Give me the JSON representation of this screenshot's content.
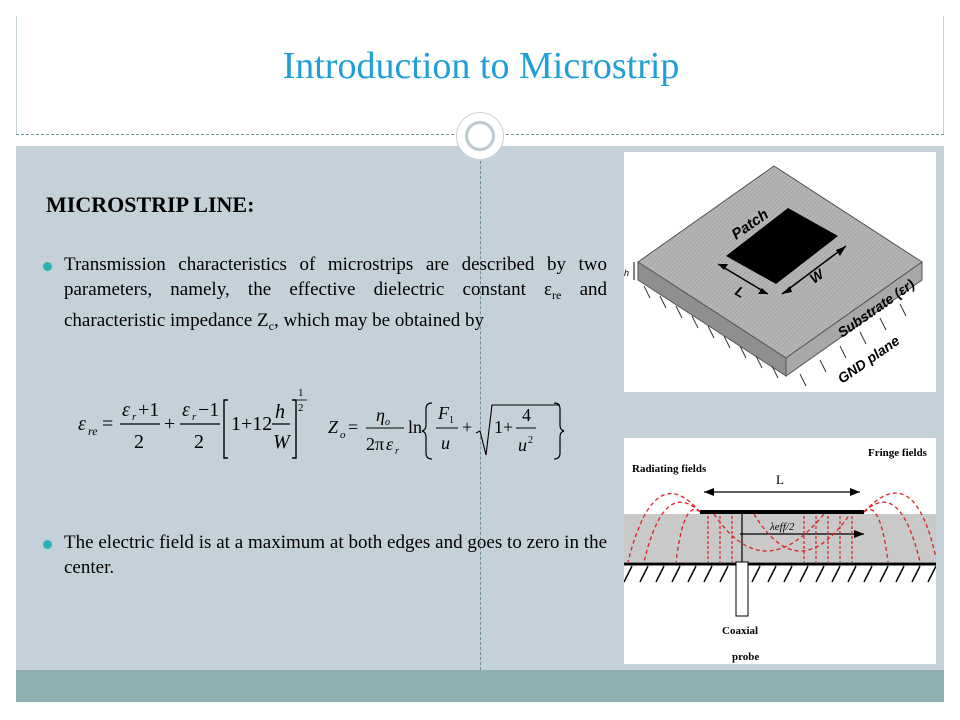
{
  "slide": {
    "title": "Introduction to Microstrip"
  },
  "content": {
    "heading": "MICROSTRIP LINE:",
    "bullet1": {
      "part1": "Transmission characteristics of microstrips are described by two parameters, namely, the effective dielectric constant ε",
      "sub1": "re",
      "part2": " and characteristic impedance Z",
      "sub2": "c",
      "part3": ", which may be obtained by"
    },
    "bullet2": "The electric field is at a maximum at both edges and goes to zero in the center."
  },
  "figure_patch": {
    "labels": {
      "patch": "Patch",
      "w": "W",
      "l": "L",
      "h": "h",
      "substrate": "Substrate (εr)",
      "gnd": "GND plane"
    }
  },
  "figure_fringe": {
    "labels": {
      "radiating": "Radiating fields",
      "fringe": "Fringe fields",
      "l": "L",
      "lambda": "λeff/2",
      "coaxial": "Coaxial",
      "probe": "probe"
    }
  },
  "colors": {
    "title": "#1f9fd6",
    "content_bg": "#c5d1d8",
    "footer": "#8fb0b2",
    "bullet": "#28b3b5"
  }
}
